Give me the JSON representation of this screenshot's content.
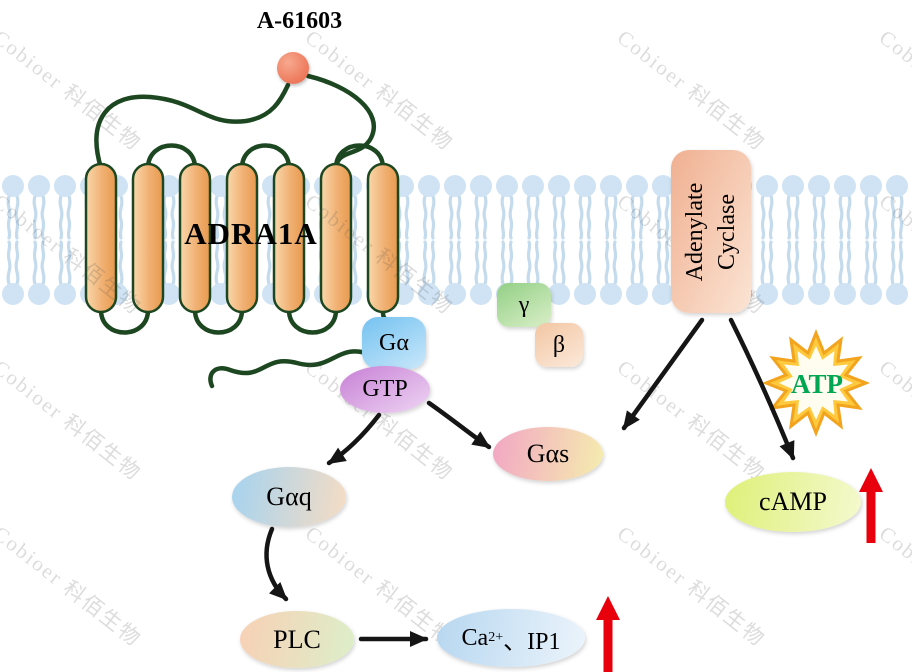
{
  "watermark": {
    "text": "Cobioer 科佰生物"
  },
  "labels": {
    "ligand": "A-61603",
    "receptor": "ADRA1A",
    "g_alpha": "Gα",
    "gtp": "GTP",
    "gamma": "γ",
    "beta": "β",
    "g_alpha_s": "Gαs",
    "g_alpha_q": "Gαq",
    "plc": "PLC",
    "ca_base": "Ca",
    "ca_sup": "2+",
    "ca_rest": "、IP1",
    "camp": "cAMP",
    "atp": "ATP",
    "adenylate_line1": "Adenylate",
    "adenylate_line2": "Cyclase"
  },
  "colors": {
    "membrane-head": "#cfe3f4",
    "membrane-tail": "#c4dbee",
    "outline-green": "#1d4721",
    "arrow-black": "#151515",
    "arrow-red": "#e8000d",
    "atp-green": "#00a651",
    "star-yellow": "#ffc93d",
    "star-edge": "#f2a41f",
    "ligand-main": "#ec7054"
  }
}
